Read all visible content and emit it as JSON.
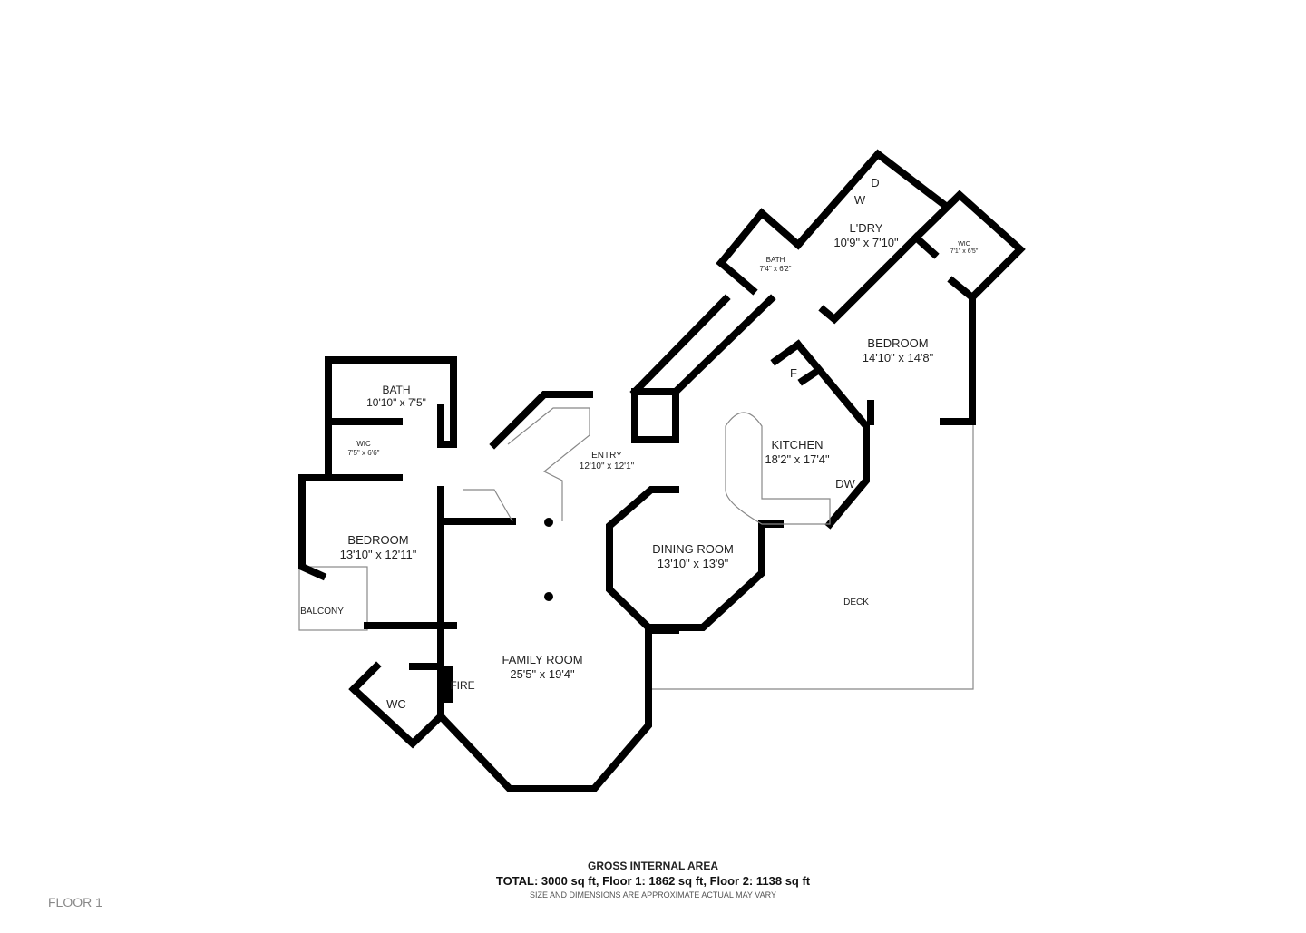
{
  "floor_label": "FLOOR 1",
  "rooms": {
    "ldry": {
      "name": "L'DRY",
      "dims": "10'9\" x 7'10\""
    },
    "bath_upper": {
      "name": "BATH",
      "dims": "7'4\" x 6'2\""
    },
    "wic_right": {
      "name": "WIC",
      "dims": "7'1\" x 6'5\""
    },
    "bedroom_right": {
      "name": "BEDROOM",
      "dims": "14'10\" x 14'8\""
    },
    "bath_left": {
      "name": "BATH",
      "dims": "10'10\" x 7'5\""
    },
    "wic_left": {
      "name": "WIC",
      "dims": "7'5\" x 6'6\""
    },
    "entry": {
      "name": "ENTRY",
      "dims": "12'10\" x 12'1\""
    },
    "kitchen": {
      "name": "KITCHEN",
      "dims": "18'2\" x 17'4\""
    },
    "bedroom_left": {
      "name": "BEDROOM",
      "dims": "13'10\" x 12'11\""
    },
    "dining": {
      "name": "DINING ROOM",
      "dims": "13'10\" x 13'9\""
    },
    "family": {
      "name": "FAMILY ROOM",
      "dims": "25'5\" x 19'4\""
    },
    "deck": {
      "name": "DECK"
    },
    "balcony": {
      "name": "BALCONY"
    },
    "wc": {
      "name": "WC"
    },
    "fire": {
      "name": "FIRE"
    }
  },
  "fixtures": {
    "dryer": "D",
    "washer": "W",
    "fridge": "F",
    "dishwasher": "DW"
  },
  "footer": {
    "title": "GROSS INTERNAL AREA",
    "total": "TOTAL: 3000 sq ft, Floor 1: 1862 sq ft, Floor 2: 1138 sq ft",
    "disclaimer": "SIZE AND DIMENSIONS ARE APPROXIMATE ACTUAL MAY VARY"
  }
}
